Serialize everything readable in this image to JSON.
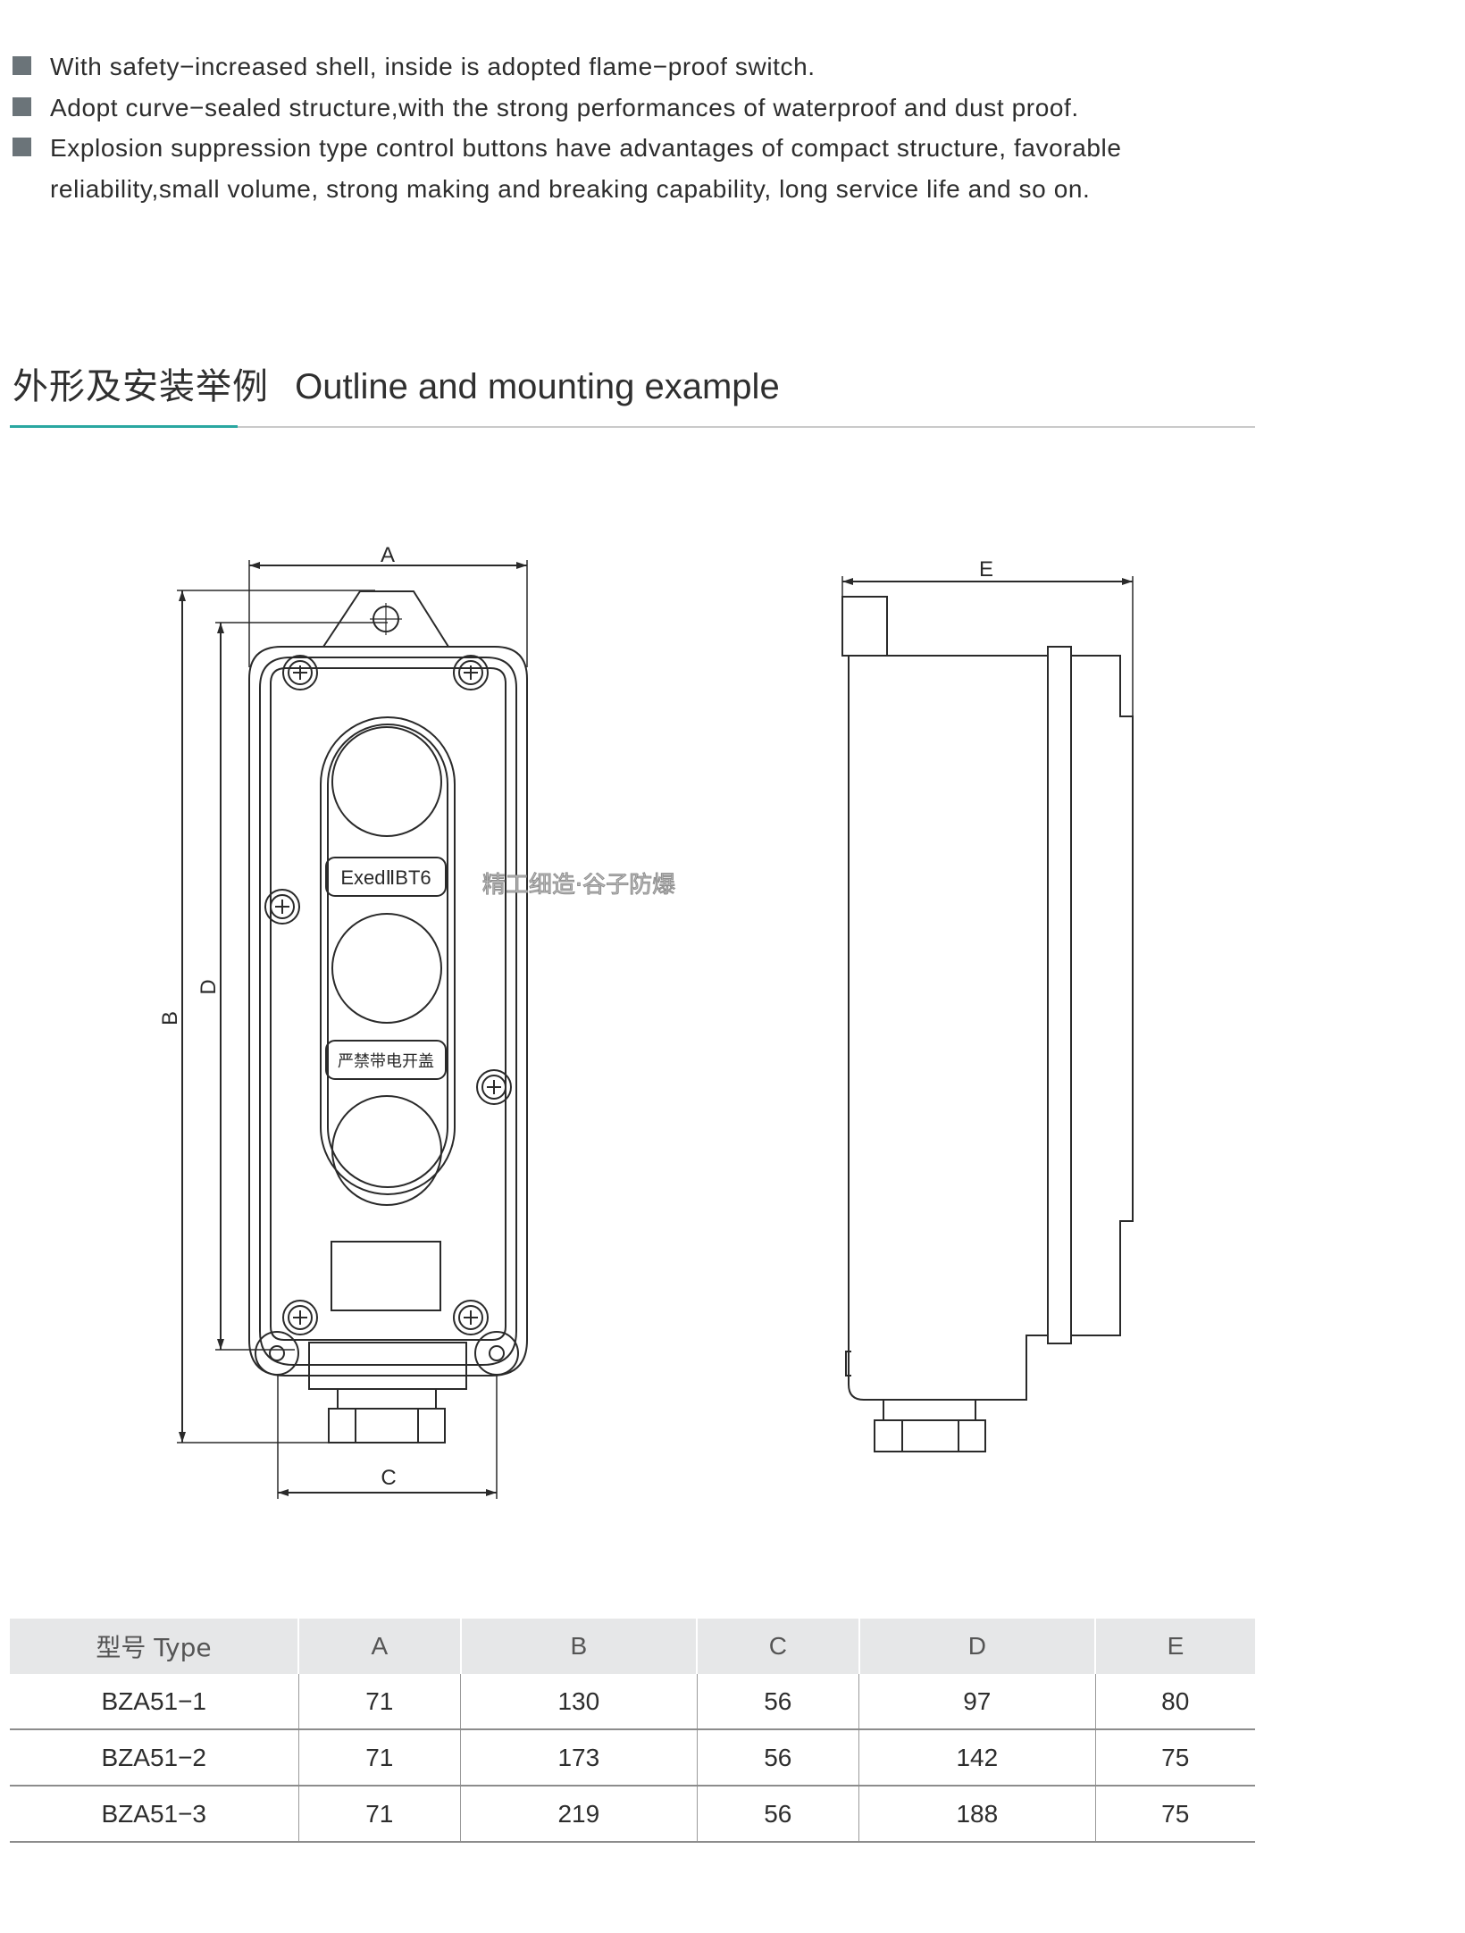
{
  "features": [
    "With safety−increased shell, inside is adopted flame−proof switch.",
    "Adopt curve−sealed structure,with the strong performances of waterproof and dust proof.",
    "Explosion suppression type control buttons have advantages of compact structure, favorable reliability,small volume, strong making and breaking capability, long service life and so on."
  ],
  "section": {
    "title_cn": "外形及安装举例",
    "title_en": "Outline and mounting example"
  },
  "drawing": {
    "dim_A": "A",
    "dim_B": "B",
    "dim_C": "C",
    "dim_D": "D",
    "dim_E": "E",
    "label_ex": "ExedⅡBT6",
    "label_warning": "严禁带电开盖",
    "watermark": "精工细造·谷子防爆",
    "accent_color": "#2aa7a1"
  },
  "table": {
    "headers": [
      "型号 Type",
      "A",
      "B",
      "C",
      "D",
      "E"
    ],
    "rows": [
      [
        "BZA51−1",
        "71",
        "130",
        "56",
        "97",
        "80"
      ],
      [
        "BZA51−2",
        "71",
        "173",
        "56",
        "142",
        "75"
      ],
      [
        "BZA51−3",
        "71",
        "219",
        "56",
        "188",
        "75"
      ]
    ]
  }
}
